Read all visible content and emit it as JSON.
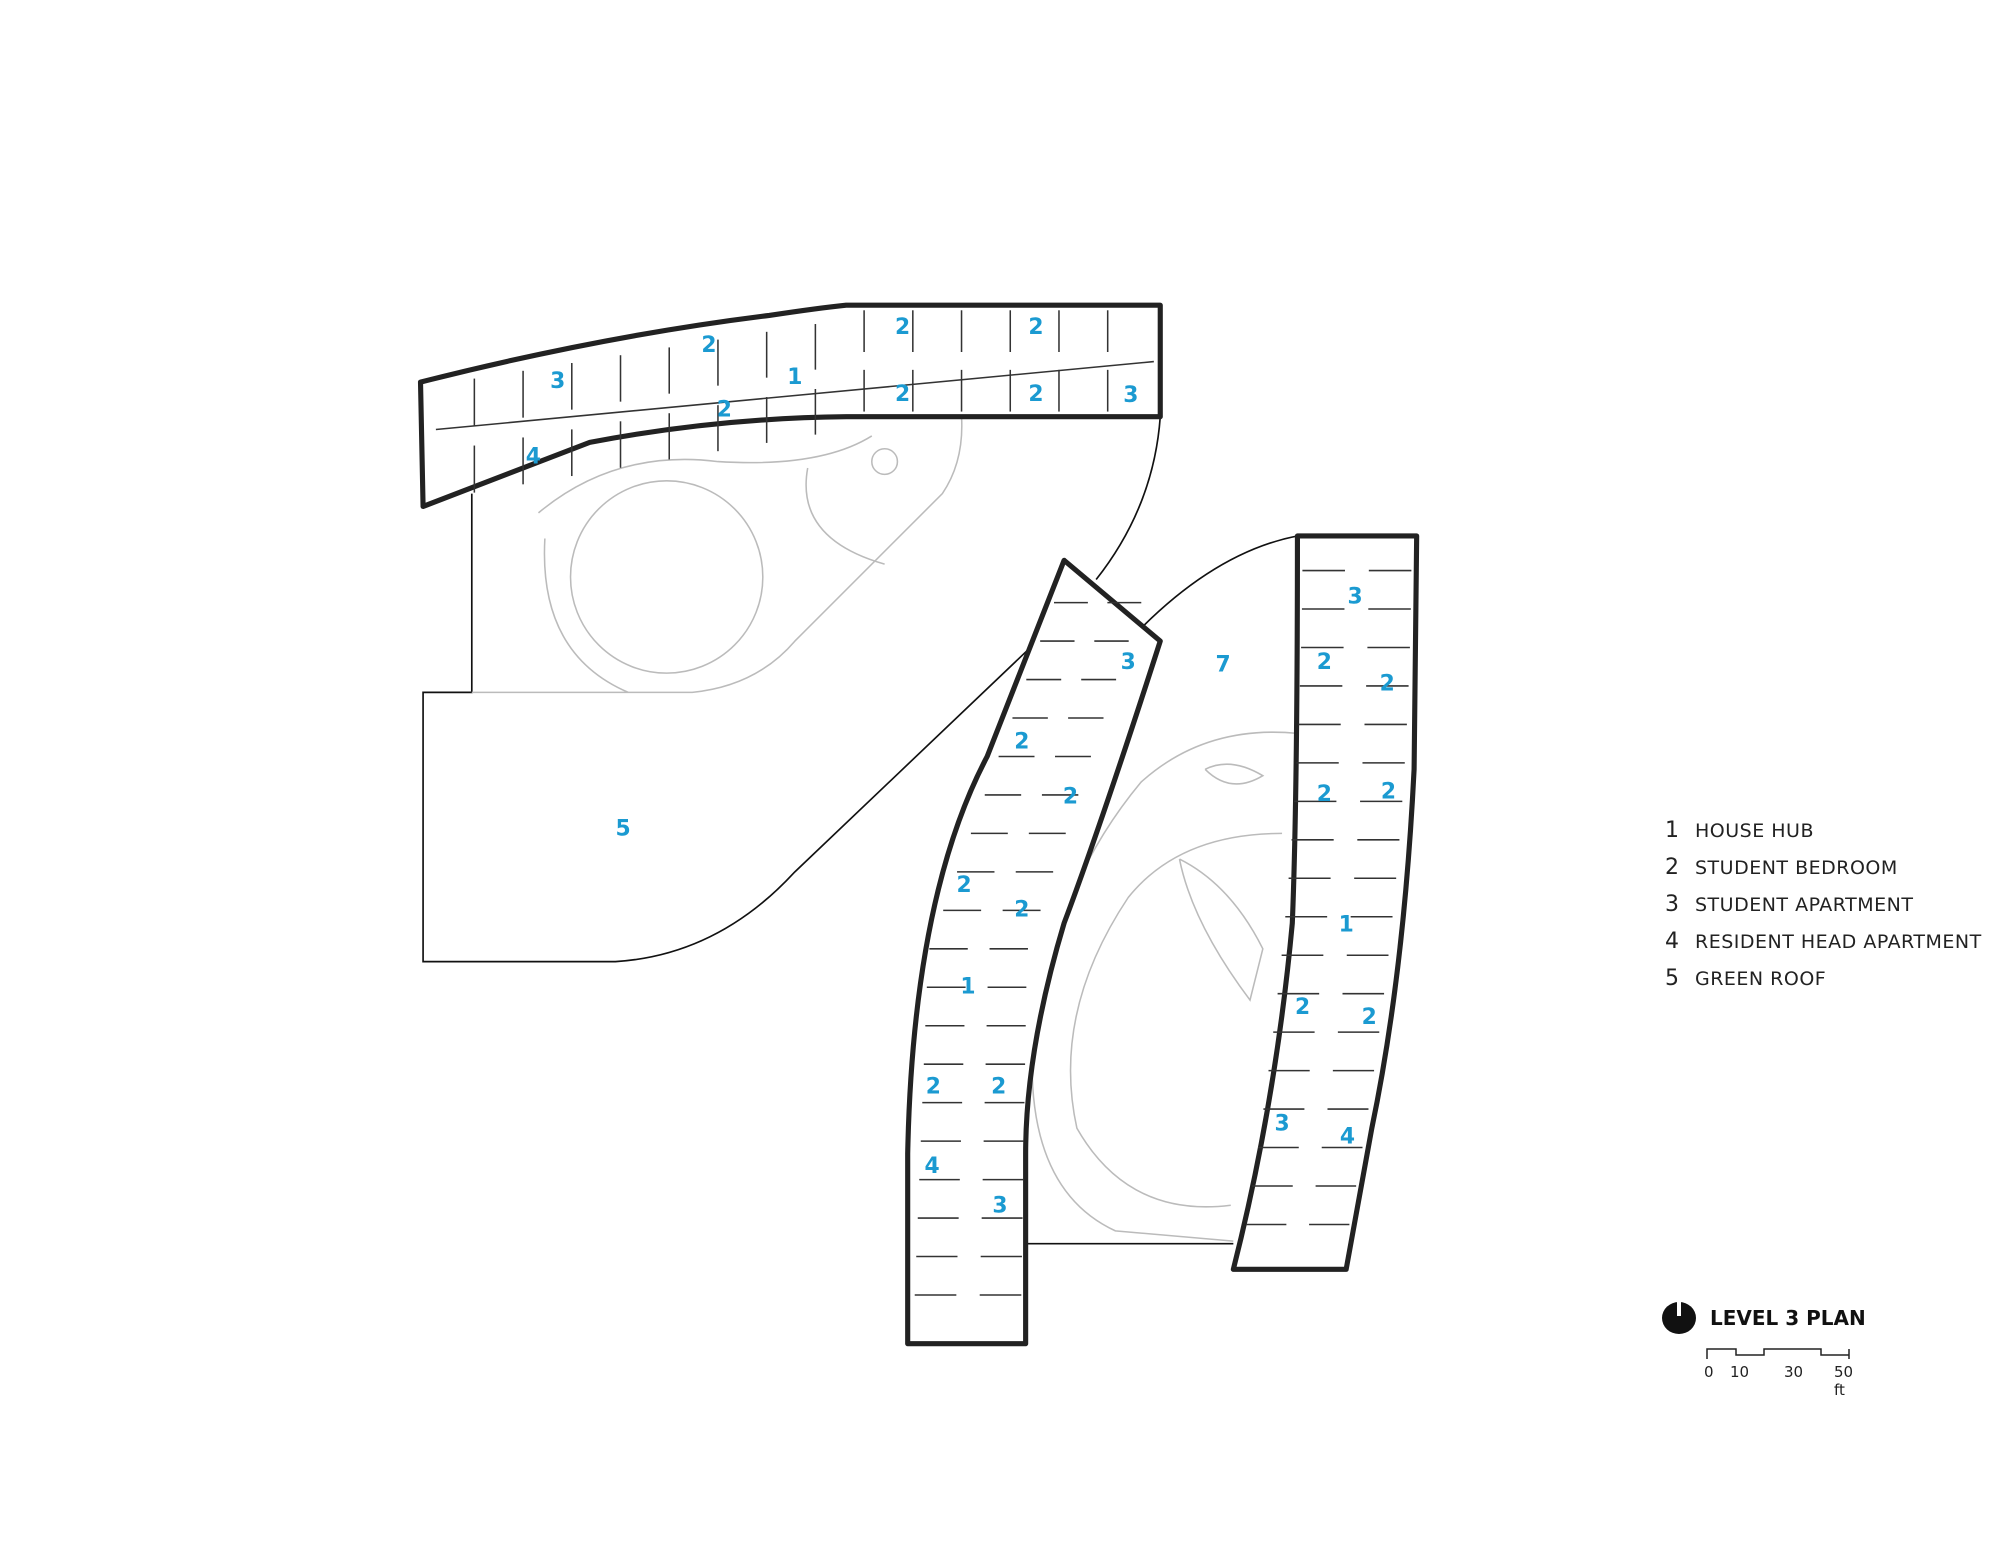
{
  "plan": {
    "area_labels": [
      "3",
      "2",
      "2",
      "1",
      "2",
      "2",
      "2",
      "2",
      "3",
      "4",
      "3",
      "2",
      "2",
      "2",
      "2",
      "1",
      "2",
      "2",
      "4",
      "3",
      "3",
      "2",
      "2",
      "2",
      "2",
      "1",
      "2",
      "2",
      "3",
      "4",
      "7",
      "5"
    ],
    "label_color": "#1b9ad1"
  },
  "legend": [
    {
      "num": "1",
      "text": "HOUSE HUB"
    },
    {
      "num": "2",
      "text": "STUDENT BEDROOM"
    },
    {
      "num": "3",
      "text": "STUDENT APARTMENT"
    },
    {
      "num": "4",
      "text": "RESIDENT HEAD APARTMENT"
    },
    {
      "num": "5",
      "text": "GREEN ROOF"
    }
  ],
  "title": "LEVEL 3 PLAN",
  "scale_bar": {
    "ticks": [
      "0",
      "10",
      "30",
      "50 ft"
    ]
  }
}
